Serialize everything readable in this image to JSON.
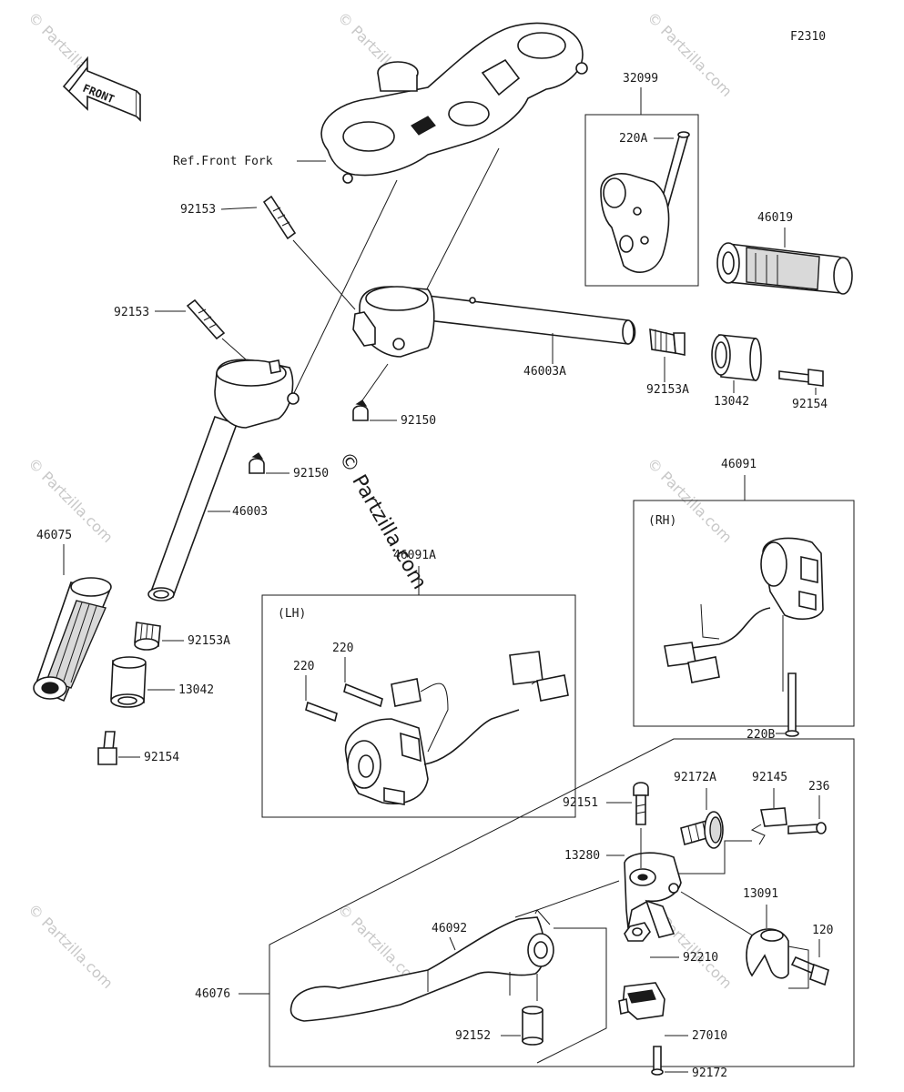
{
  "figure_id": "F2310",
  "direction_label": "FRONT",
  "watermark": "© Partzilla.com",
  "labels": {
    "ref_front_fork": "Ref.Front Fork",
    "p32099": "32099",
    "p220A": "220A",
    "p46019": "46019",
    "p92153_top": "92153",
    "p92153_left": "92153",
    "p46003A": "46003A",
    "p92153A_right": "92153A",
    "p13042_right": "13042",
    "p92154_right": "92154",
    "p92150_a": "92150",
    "p92150_b": "92150",
    "p46003": "46003",
    "p46091": "46091",
    "rh": "(RH)",
    "p220B": "220B",
    "p46075": "46075",
    "p46091A": "46091A",
    "lh": "(LH)",
    "p220_a": "220",
    "p220_b": "220",
    "p92153A_left": "92153A",
    "p13042_left": "13042",
    "p92154_left": "92154",
    "p92151": "92151",
    "p92172A": "92172A",
    "p92145": "92145",
    "p236": "236",
    "p13280": "13280",
    "p46092": "46092",
    "p13091": "13091",
    "p120": "120",
    "p92210": "92210",
    "p46076": "46076",
    "p92152": "92152",
    "p27010": "27010",
    "p92172": "92172"
  }
}
